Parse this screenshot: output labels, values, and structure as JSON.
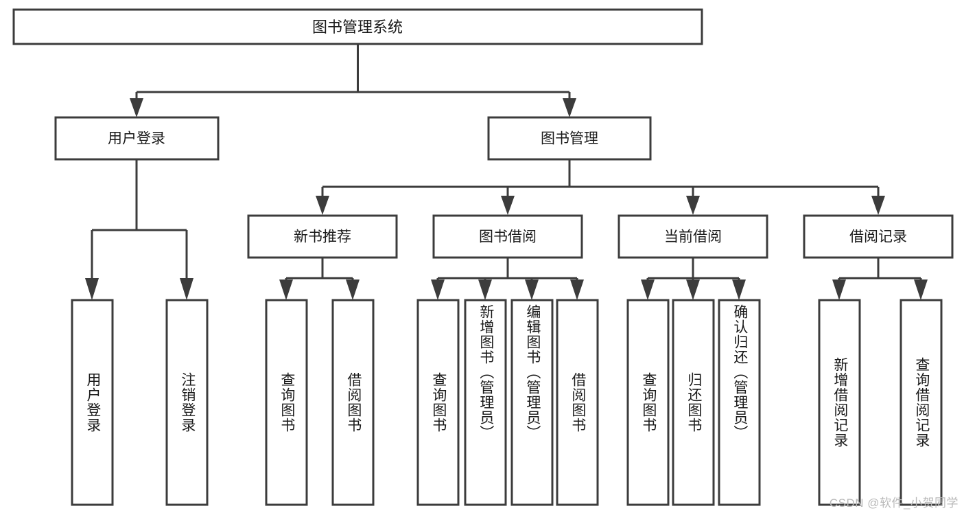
{
  "diagram": {
    "title": "图书管理系统",
    "type": "功能结构图",
    "colors": {
      "background": "#ffffff",
      "node_fill": "#ffffff",
      "node_stroke": "#3c3c3c",
      "connector": "#3c3c3c",
      "text": "#1a1a1a",
      "watermark": "#b9b9b9"
    },
    "root": {
      "label": "图书管理系统"
    },
    "level1": [
      {
        "label": "用户登录"
      },
      {
        "label": "图书管理"
      }
    ],
    "level2": [
      {
        "label": "新书推荐"
      },
      {
        "label": "图书借阅"
      },
      {
        "label": "当前借阅"
      },
      {
        "label": "借阅记录"
      }
    ],
    "leaves": {
      "user_login": [
        {
          "label": "用户登录"
        },
        {
          "label": "注销登录"
        }
      ],
      "new_book_recommend": [
        {
          "label": "查询图书"
        },
        {
          "label": "借阅图书"
        }
      ],
      "book_borrow": [
        {
          "label": "查询图书"
        },
        {
          "label": "新增图书（管理员）"
        },
        {
          "label": "编辑图书（管理员）"
        },
        {
          "label": "借阅图书"
        }
      ],
      "current_borrow": [
        {
          "label": "查询图书"
        },
        {
          "label": "归还图书"
        },
        {
          "label": "确认归还（管理员）"
        }
      ],
      "borrow_record": [
        {
          "label": "新增借阅记录"
        },
        {
          "label": "查询借阅记录"
        }
      ]
    },
    "watermark": "CSDN @软件_小贺同学"
  }
}
